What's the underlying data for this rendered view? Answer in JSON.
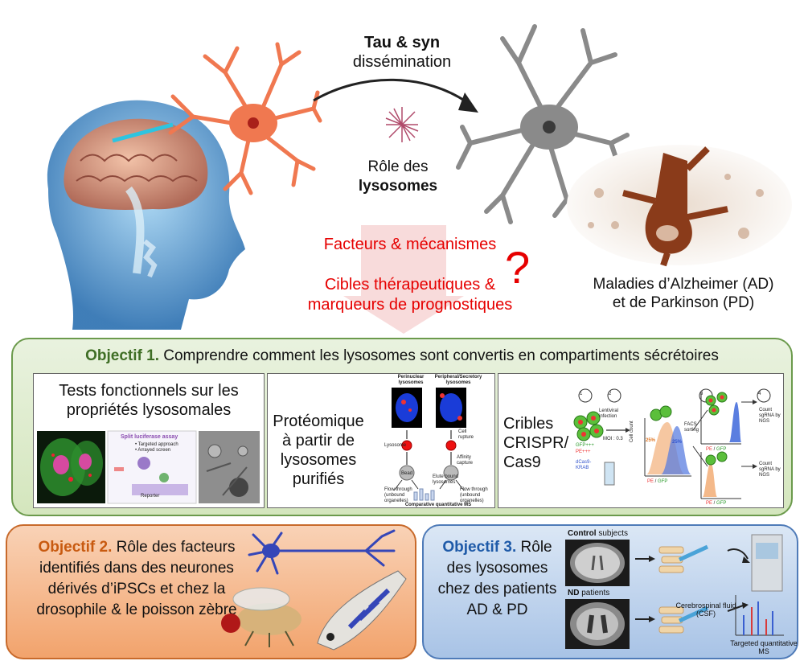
{
  "top": {
    "tau_title": "Tau & syn",
    "tau_sub": "dissémination",
    "role_line1": "Rôle des",
    "role_line2": "lysosomes",
    "factors": "Facteurs & mécanismes",
    "targets_line1": "Cibles thérapeutiques &",
    "targets_line2": "marqueurs de prognostiques",
    "question_mark": "?",
    "diseases_line1": "Maladies d’Alzheimer (AD)",
    "diseases_line2": "et de Parkinson (PD)"
  },
  "objectif1": {
    "label": "Objectif 1.",
    "text": " Comprendre comment les lysosomes sont convertis en compartiments sécrétoires",
    "panel1": {
      "line1": "Tests fonctionnels sur les",
      "line2": "propriétés lysosomales",
      "assay_title": "Split luciferase assay",
      "bullet1": "• Targeted approach",
      "bullet2": "• Arrayed screen",
      "reporter": "Reporter"
    },
    "panel2": {
      "line1": "Protéomique",
      "line2": "à partir de",
      "line3": "lysosomes",
      "line4": "purifiés",
      "perinuclear": "Perinuclear lysosomes",
      "peripheral": "Peripheral/Secretory lysosomes",
      "lysosome": "Lysosome",
      "cell_rupture": "Cell rupture",
      "affinity": "Affinity capture",
      "bead": "Bead",
      "elute": "Elute bound lysosomes",
      "flow1": "Flow through (unbound organelles)",
      "flow2": "Flow through (unbound organelles)",
      "ms": "Comparative quantitative MS"
    },
    "panel3": {
      "line1": "Cribles",
      "line2": "CRISPR/",
      "line3": "Cas9",
      "step1": "1",
      "step2": "2",
      "step3": "3",
      "step4": "4",
      "lentiviral": "Lentiviral infection",
      "moi": "MOI : 0.3",
      "gfp": "GFP+++",
      "pe": "PE+++",
      "dcas9": "dCas9-KRAB",
      "cell_count": "Cell count",
      "pct1": "25%",
      "pct2": "25%",
      "facs": "FACS sorting",
      "axis_pe": "PE",
      "axis_sep": " / ",
      "axis_gfp": "GFP",
      "count1": "Count sgRNA by NGS",
      "count2": "Count sgRNA by NGS"
    }
  },
  "objectif2": {
    "label": "Objectif 2.",
    "text": " Rôle des facteurs identifiés dans des neurones dérivés d’iPSCs et chez la drosophile & le poisson zèbre"
  },
  "objectif3": {
    "label": "Objectif 3.",
    "text": " Rôle des lysosomes chez des patients AD & PD",
    "control_bold": "Control",
    "control_rest": " subjects",
    "nd_bold": "ND",
    "nd_rest": " patients",
    "csf": "Cerebrospinal fluid (CSF)",
    "ms": "Targeted quantitative MS"
  },
  "colors": {
    "neuron_orange": "#f07850",
    "neuron_gray": "#8a8a8a",
    "red_text": "#e60000",
    "obj1_green": "#3f6e25",
    "obj2_orange": "#c85a10",
    "obj3_blue": "#1e5aa8"
  }
}
